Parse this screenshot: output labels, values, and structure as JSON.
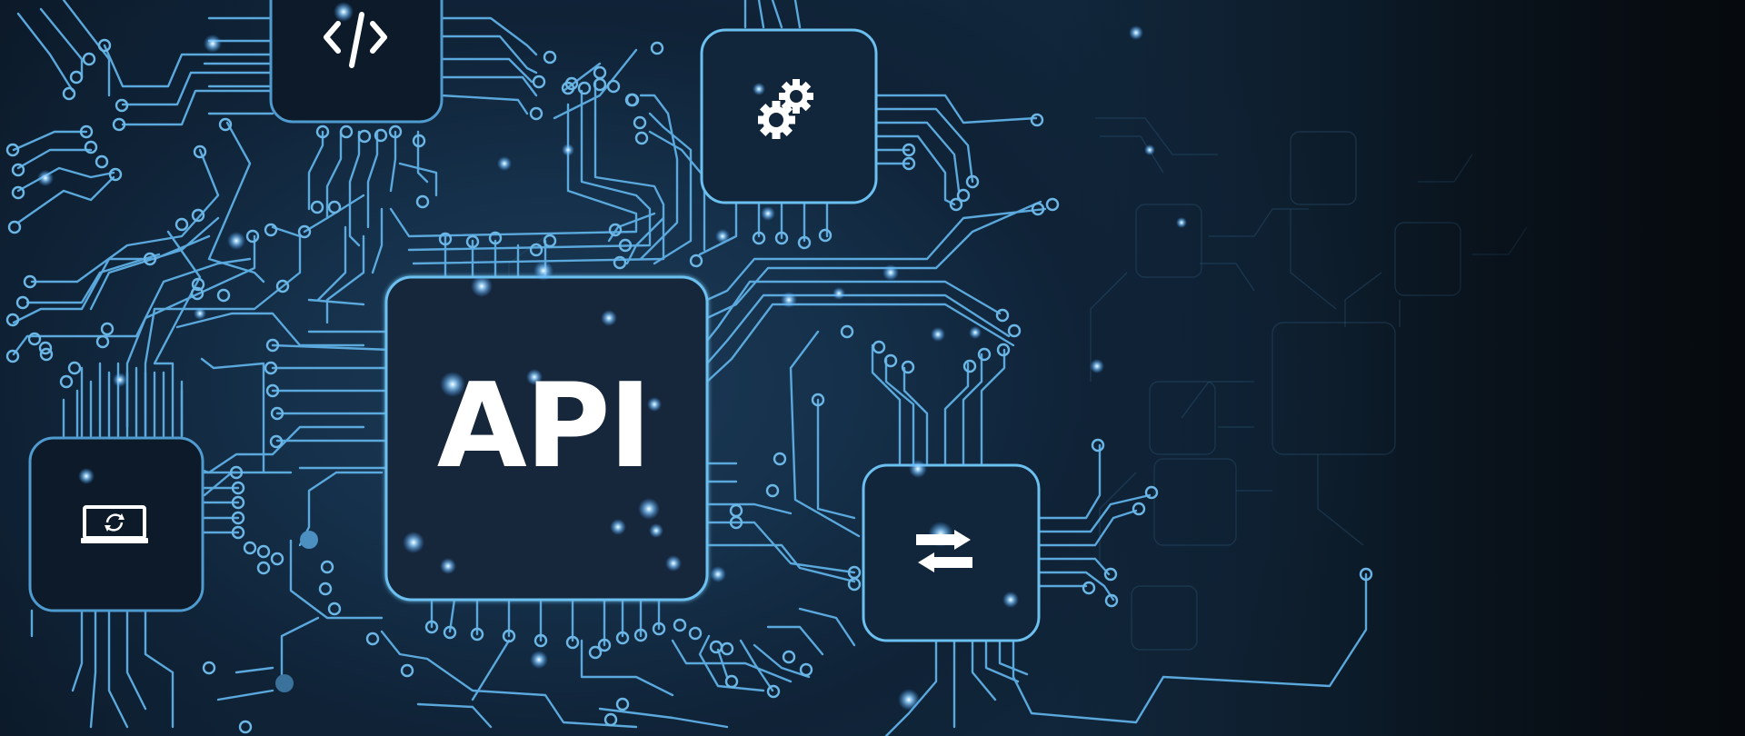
{
  "illustration": {
    "center_label": "API",
    "theme": "circuit-board-api-concept",
    "colors": {
      "background_dark": "#0a1521",
      "background_mid": "#15304a",
      "trace": "#5aa8dc",
      "chip_border": "#6cc0f0",
      "icon_white": "#ffffff"
    },
    "chips": [
      {
        "name": "api-chip",
        "icon": "API text"
      },
      {
        "name": "code-chip",
        "icon": "code-brackets-icon"
      },
      {
        "name": "settings-chip",
        "icon": "gears-icon"
      },
      {
        "name": "laptop-sync-chip",
        "icon": "laptop-sync-icon"
      },
      {
        "name": "data-exchange-chip",
        "icon": "swap-arrows-icon"
      }
    ]
  }
}
